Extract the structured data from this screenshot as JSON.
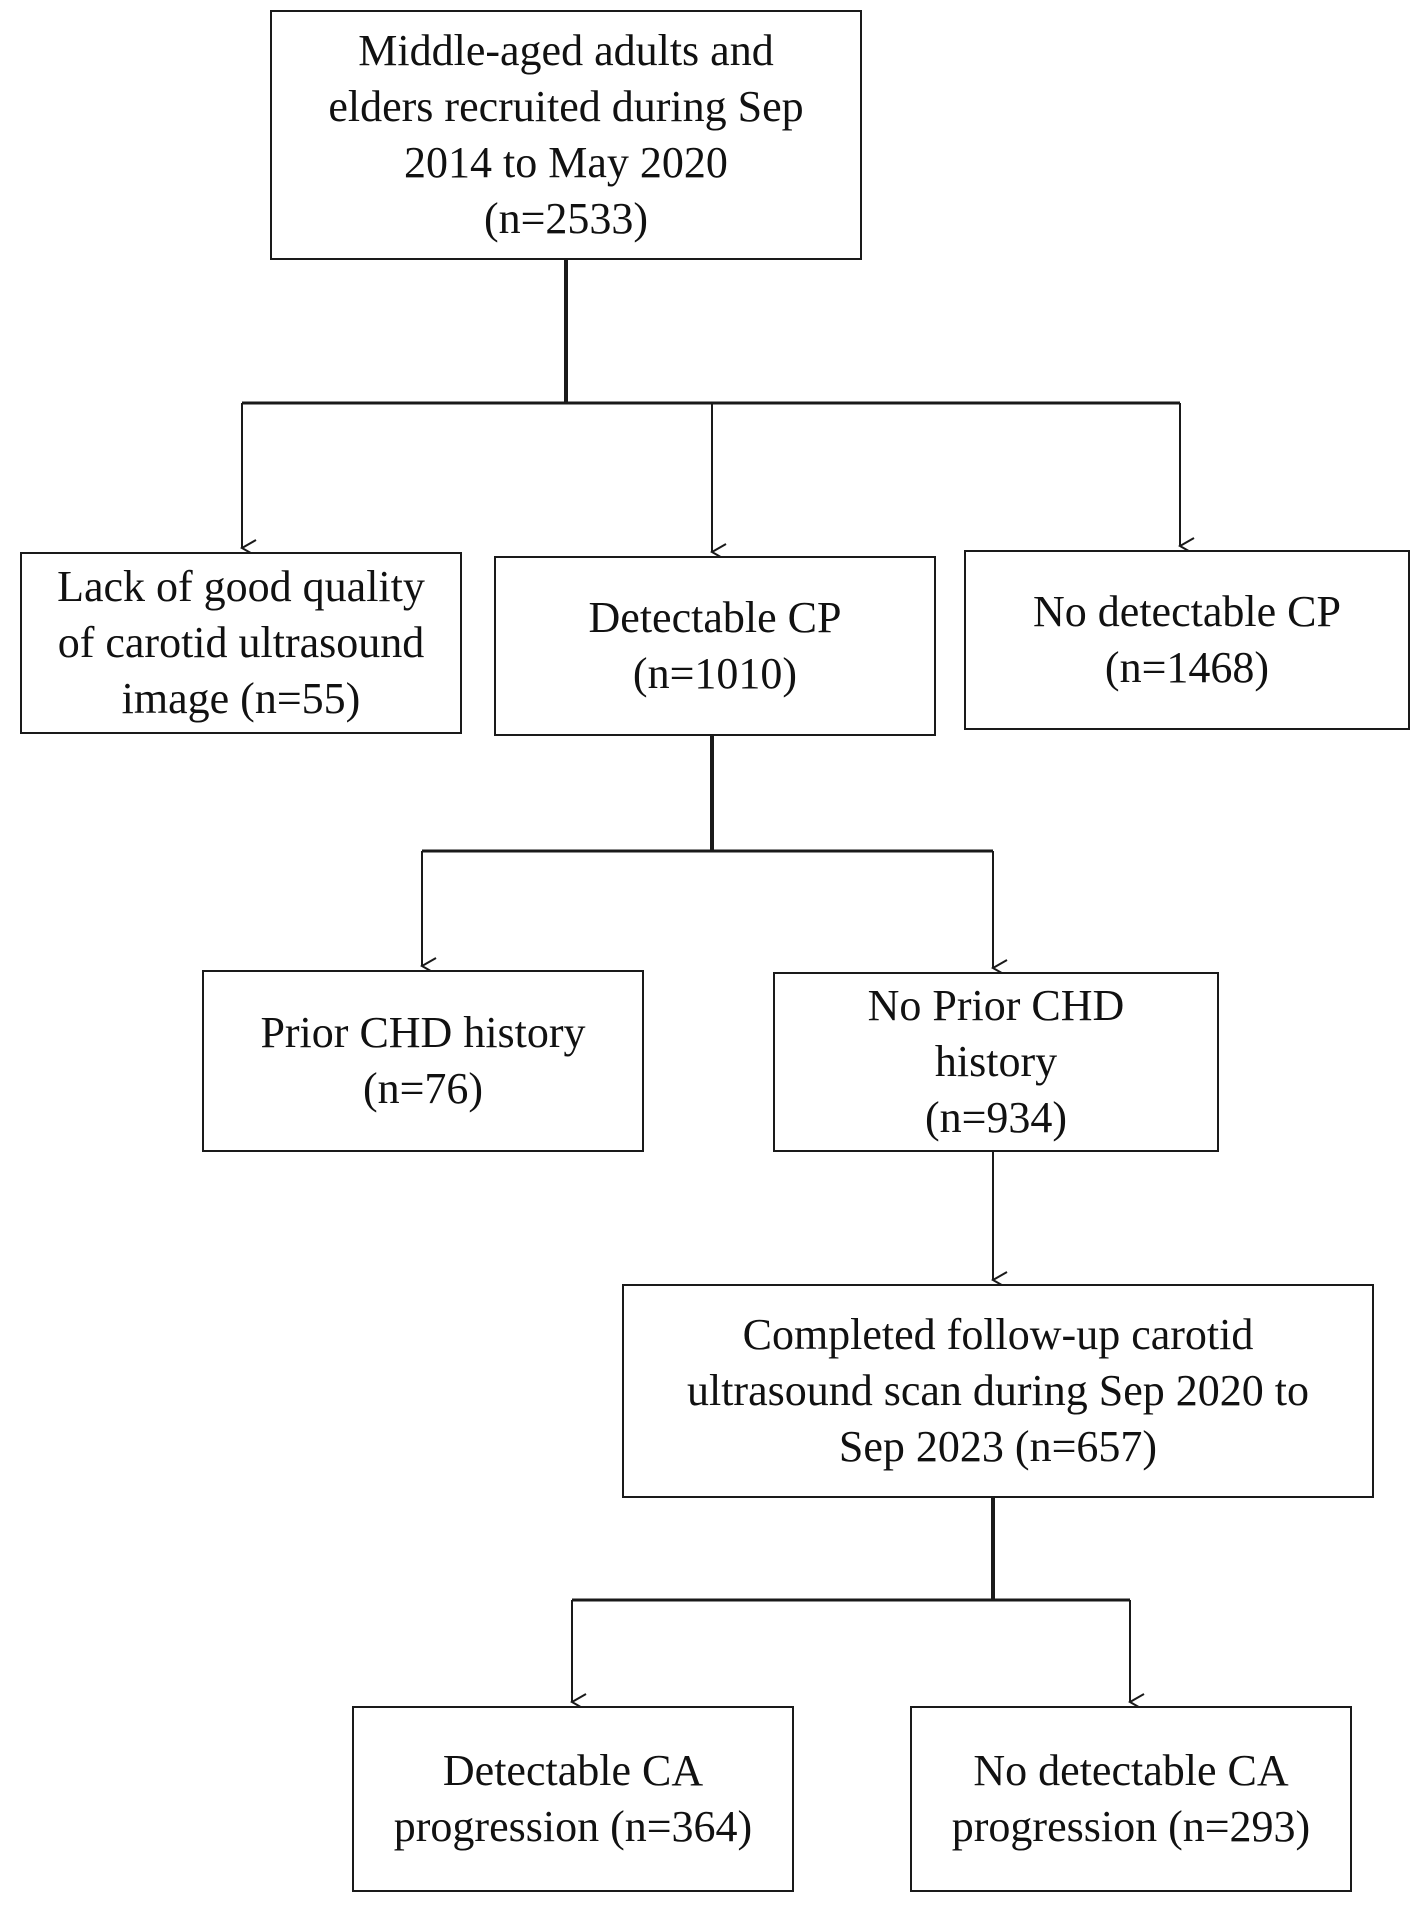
{
  "flowchart": {
    "enrolled": {
      "lines": [
        "Middle-aged  adults and",
        "elders recruited during Sep",
        "2014 to May 2020",
        "(n=2533)"
      ]
    },
    "excluded_quality": {
      "lines": [
        "Lack  of good quality",
        "of carotid ultrasound",
        "image  (n=55)"
      ]
    },
    "detectable_cp": {
      "lines": [
        "Detectable  CP",
        "(n=1010)"
      ]
    },
    "no_detectable_cp": {
      "lines": [
        "No detectable  CP",
        "(n=1468)"
      ]
    },
    "prior_chd": {
      "lines": [
        "Prior CHD history",
        "(n=76)"
      ]
    },
    "no_prior_chd": {
      "lines": [
        "No Prior CHD",
        "history",
        "(n=934)"
      ]
    },
    "followup": {
      "lines": [
        "Completed  follow-up carotid",
        "ultrasound  scan  during  Sep  2020 to",
        "Sep  2023 (n=657)"
      ]
    },
    "ca_progression": {
      "lines": [
        "Detectable  CA",
        "progression  (n=364)"
      ]
    },
    "no_ca_progression": {
      "lines": [
        "No detectable  CA",
        "progression  (n=293)"
      ]
    }
  },
  "colors": {
    "line": "#1a1a1a",
    "background": "#ffffff"
  }
}
